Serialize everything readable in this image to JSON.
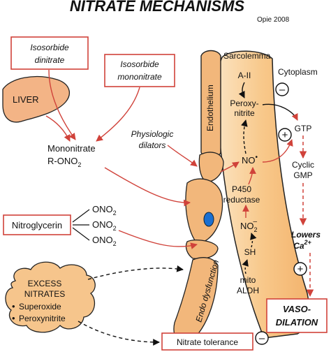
{
  "title": "NITRATE MECHANISMS",
  "credit": "Opie 2008",
  "boxes": {
    "isosorbide_dinitrate": [
      "Isosorbide",
      "dinitrate"
    ],
    "isosorbide_mononitrate": [
      "Isosorbide",
      "mononitrate"
    ],
    "nitroglycerin": "Nitroglycerin",
    "nitrate_tolerance": "Nitrate tolerance",
    "vasodilation": [
      "VASO-",
      "DILATION"
    ]
  },
  "liver": "LIVER",
  "mononitrate": [
    "Mononitrate",
    "R-ONO",
    "2"
  ],
  "ono2_labels": [
    "ONO",
    "ONO",
    "ONO"
  ],
  "ono2_subscript": "2",
  "physiologic_dilators": [
    "Physiologic",
    "dilators"
  ],
  "excess_nitrates": {
    "title": [
      "EXCESS",
      "NITRATES"
    ],
    "items": [
      "Superoxide",
      "Peroxynitrite"
    ],
    "bullet": "•"
  },
  "vessel": {
    "sarcolemma": "Sarcolemma",
    "cytoplasm": "Cytoplasm",
    "endothelium": "Endothelium",
    "endo_dysfunction": "Endo dysfunction"
  },
  "pathway": {
    "a2": "A-II",
    "peroxynitrite": [
      "Peroxy-",
      "nitrite"
    ],
    "no_dot": "NO",
    "no_dot_sup": "•",
    "p450": [
      "P450",
      "reductase"
    ],
    "no_minus": "NO",
    "no_minus_sub": "2",
    "no_minus_sup": "–",
    "sh": "SH",
    "mito_aldh": [
      "mito",
      "ALDH"
    ],
    "gtp": "GTP",
    "cyclic_gmp": [
      "Cyclic",
      "GMP"
    ],
    "lowers_ca": [
      "Lowers",
      "Ca"
    ],
    "ca_sup": "2+"
  },
  "signs": {
    "minus": "–",
    "plus": "+"
  },
  "colors": {
    "red": "#d0423a",
    "cell_fill": "#f8c88a",
    "cell_light": "#fbe0b8",
    "endo_fill": "#f2b77b",
    "liver_fill": "#f3b486",
    "cloud_fill": "#f6c58c",
    "nucleus": "#1a6fd1"
  }
}
